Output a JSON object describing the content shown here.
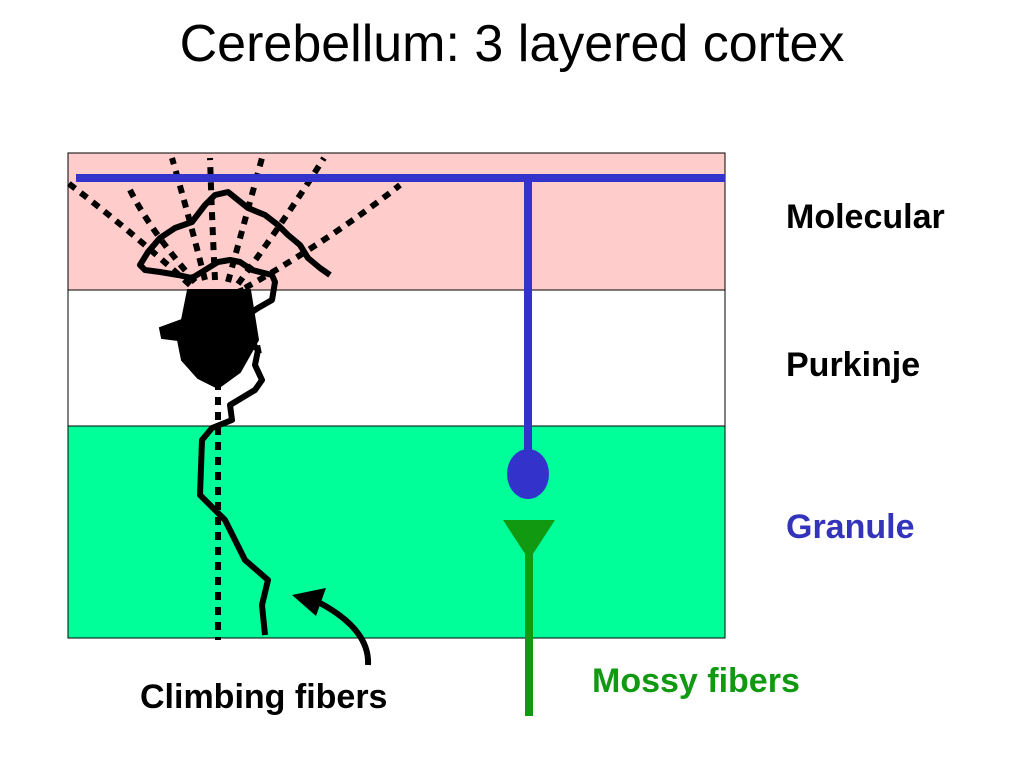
{
  "title": "Cerebellum: 3 layered cortex",
  "layers": {
    "molecular": {
      "label": "Molecular",
      "color": "#ffcccc"
    },
    "purkinje": {
      "label": "Purkinje",
      "color": "#ffffff"
    },
    "granule": {
      "label": "Granule",
      "color": "#00ff99"
    }
  },
  "fibers": {
    "mossy": {
      "label": "Mossy fibers",
      "color": "#119911"
    },
    "climbing": {
      "label": "Climbing fibers",
      "color": "#000000"
    }
  },
  "colors": {
    "granule_cell": "#3333cc",
    "purkinje_cell": "#000000",
    "granule_label": "#3333bb"
  }
}
